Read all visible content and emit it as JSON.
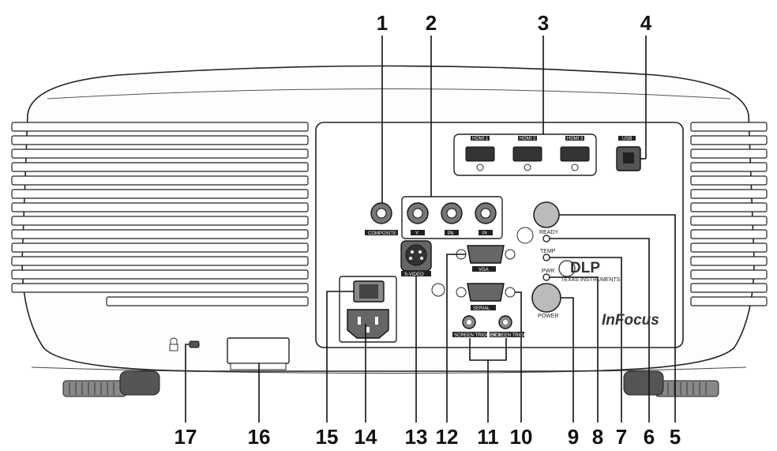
{
  "callouts": [
    "1",
    "2",
    "3",
    "4",
    "5",
    "6",
    "7",
    "8",
    "9",
    "10",
    "11",
    "12",
    "13",
    "14",
    "15",
    "16",
    "17"
  ],
  "port_labels": {
    "composite": "COMPOSITE",
    "y": "Y",
    "pb": "Pb",
    "pr": "Pr",
    "hdmi1": "HDMI 1",
    "hdmi2": "HDMI 2",
    "hdmi3": "HDMI 3",
    "usb": "USB",
    "svideo": "S-VIDEO",
    "vga": "VGA",
    "serial": "SERIAL",
    "trigger1": "SCREEN TRIGGER 1",
    "trigger2": "SCREEN TRIGGER 2"
  },
  "panel_labels": {
    "ready": "READY",
    "temp": "TEMP",
    "pwr": "PWR",
    "power": "POWER"
  },
  "brand": "InFocus",
  "dlp": {
    "logo": "DLP",
    "small": "TEXAS INSTRUMENTS"
  }
}
